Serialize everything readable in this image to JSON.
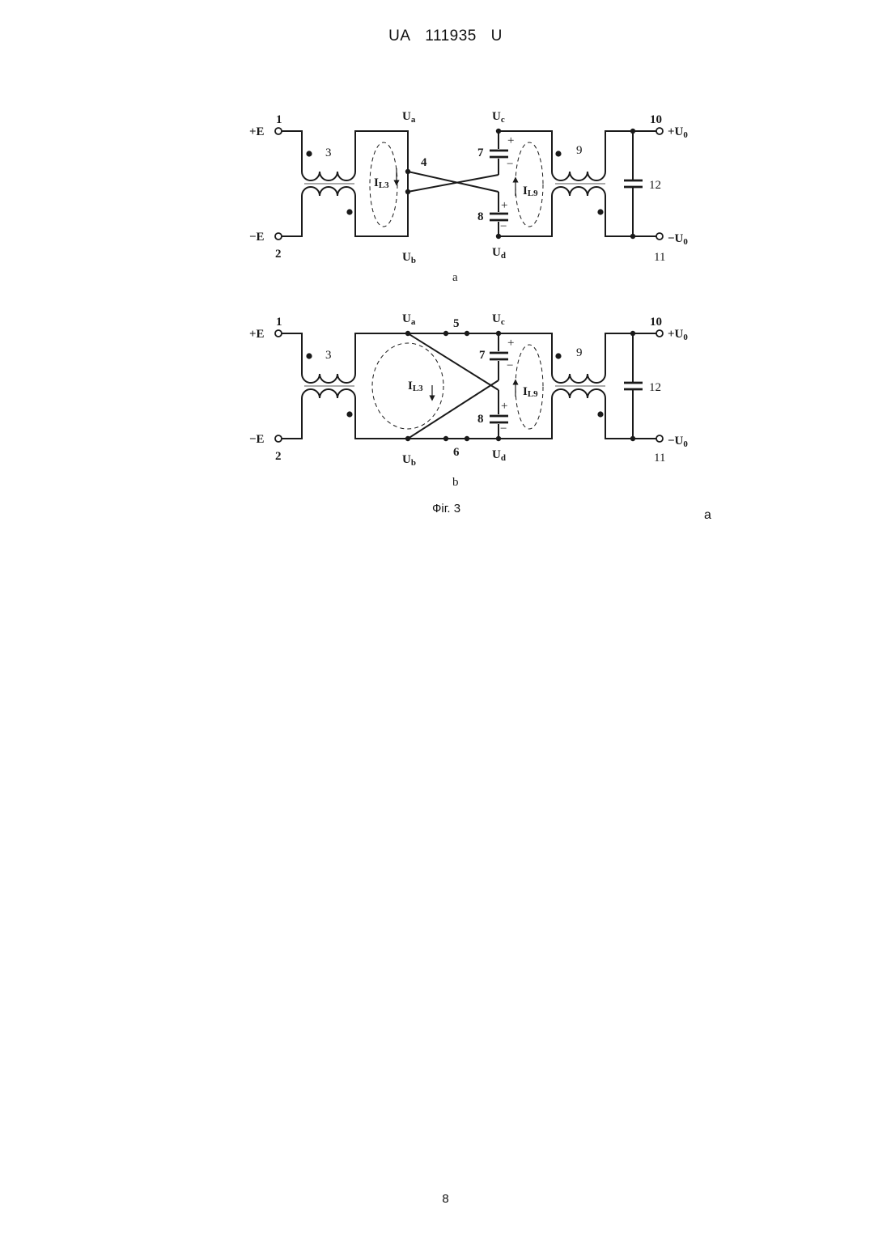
{
  "header": {
    "country": "UA",
    "number": "111935",
    "kind": "U"
  },
  "figure": {
    "caption": "Фіг. 3",
    "diagrams": [
      {
        "sublabel": "a",
        "terminals": {
          "t1": "1",
          "t2": "2",
          "t10": "10",
          "t11": "11"
        },
        "inputs": {
          "plus_e": "+E",
          "minus_e": "−E"
        },
        "outputs": {
          "plus_u": "+U",
          "minus_u": "−U",
          "sub0": "0"
        },
        "nodes": {
          "u": "U",
          "a": "a",
          "b": "b",
          "c": "c",
          "d": "d"
        },
        "components": {
          "c3": "3",
          "c4": "4",
          "c7": "7",
          "c8": "8",
          "c9": "9",
          "c12": "12"
        },
        "currents": {
          "i": "I",
          "l3": "L3",
          "l9": "L9"
        },
        "polarity": {
          "plus": "+",
          "minus": "−"
        }
      },
      {
        "sublabel": "b",
        "terminals": {
          "t1": "1",
          "t2": "2",
          "t10": "10",
          "t11": "11"
        },
        "inputs": {
          "plus_e": "+E",
          "minus_e": "−E"
        },
        "outputs": {
          "plus_u": "+U",
          "minus_u": "−U",
          "sub0": "0"
        },
        "nodes": {
          "u": "U",
          "a": "a",
          "b": "b",
          "c": "c",
          "d": "d"
        },
        "components": {
          "c3": "3",
          "c5": "5",
          "c6": "6",
          "c7": "7",
          "c8": "8",
          "c9": "9",
          "c12": "12"
        },
        "currents": {
          "i": "I",
          "l3": "L3",
          "l9": "L9"
        },
        "polarity": {
          "plus": "+",
          "minus": "−"
        }
      }
    ]
  },
  "margin_letter": "a",
  "page_number": "8"
}
